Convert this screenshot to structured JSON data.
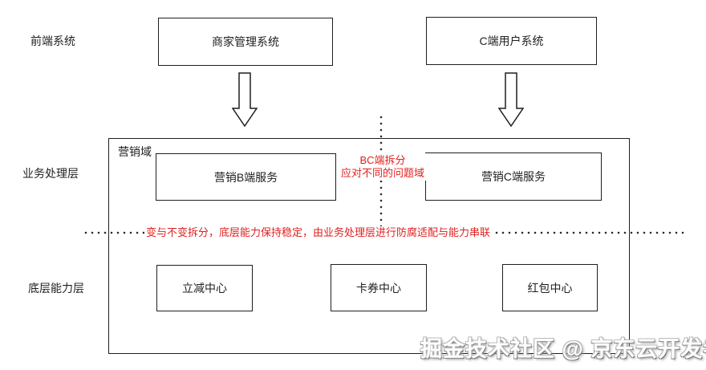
{
  "layer_labels": {
    "frontend": "前端系统",
    "business": "业务处理层",
    "capability": "底层能力层"
  },
  "frontend_systems": {
    "merchant": "商家管理系统",
    "c_user": "C端用户系统"
  },
  "marketing_domain": {
    "title": "营销域",
    "b_service": "营销B端服务",
    "c_service": "营销C端服务"
  },
  "capability_centers": {
    "discount": "立减中心",
    "coupon": "卡券中心",
    "redpacket": "红包中心"
  },
  "annotations": {
    "bc_split_line1": "BC端拆分",
    "bc_split_line2": "应对不同的问题域",
    "stability_note": "变与不变拆分，底层能力保持稳定，由业务处理层进行防腐适配与能力串联",
    "color": "#e01f1f"
  },
  "watermark": {
    "text": "掘金技术社区 @ 京东云开发者"
  }
}
